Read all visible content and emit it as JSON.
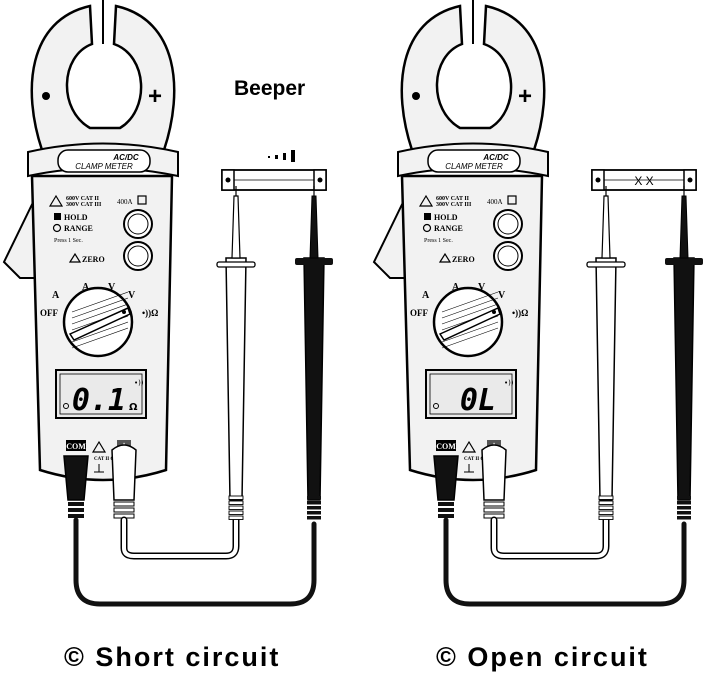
{
  "beeper_label": "Beeper",
  "meters": [
    {
      "caption": "© Short circuit",
      "display": "0.1",
      "display_unit": "Ω",
      "label_acdc": "AC/DC",
      "label_clamp": "CLAMP METER",
      "rating": "600V CAT II\n300V CAT III",
      "rating_current": "400A",
      "btn_hold": "HOLD",
      "btn_range": "RANGE",
      "press_note": "Press 1 Sec.",
      "btn_zero": "ZERO",
      "dial_off": "OFF",
      "dial_ohm": "•))Ω",
      "jack_com": "COM",
      "jack_plus": "+",
      "jack_rating": "CAT II 600V",
      "probe_state": "short"
    },
    {
      "caption": "© Open circuit",
      "display": "0L",
      "display_unit": "",
      "label_acdc": "AC/DC",
      "label_clamp": "CLAMP METER",
      "rating": "600V CAT II\n300V CAT III",
      "rating_current": "400A",
      "btn_hold": "HOLD",
      "btn_range": "RANGE",
      "press_note": "Press 1 Sec.",
      "btn_zero": "ZERO",
      "dial_off": "OFF",
      "dial_ohm": "•))Ω",
      "jack_com": "COM",
      "jack_plus": "+",
      "jack_rating": "CAT II 600V",
      "open_marks": "X   X",
      "probe_state": "open"
    }
  ],
  "colors": {
    "ink": "#000000",
    "paper": "#ffffff",
    "body": "#f2f2f2",
    "dark_lead": "#111111"
  }
}
